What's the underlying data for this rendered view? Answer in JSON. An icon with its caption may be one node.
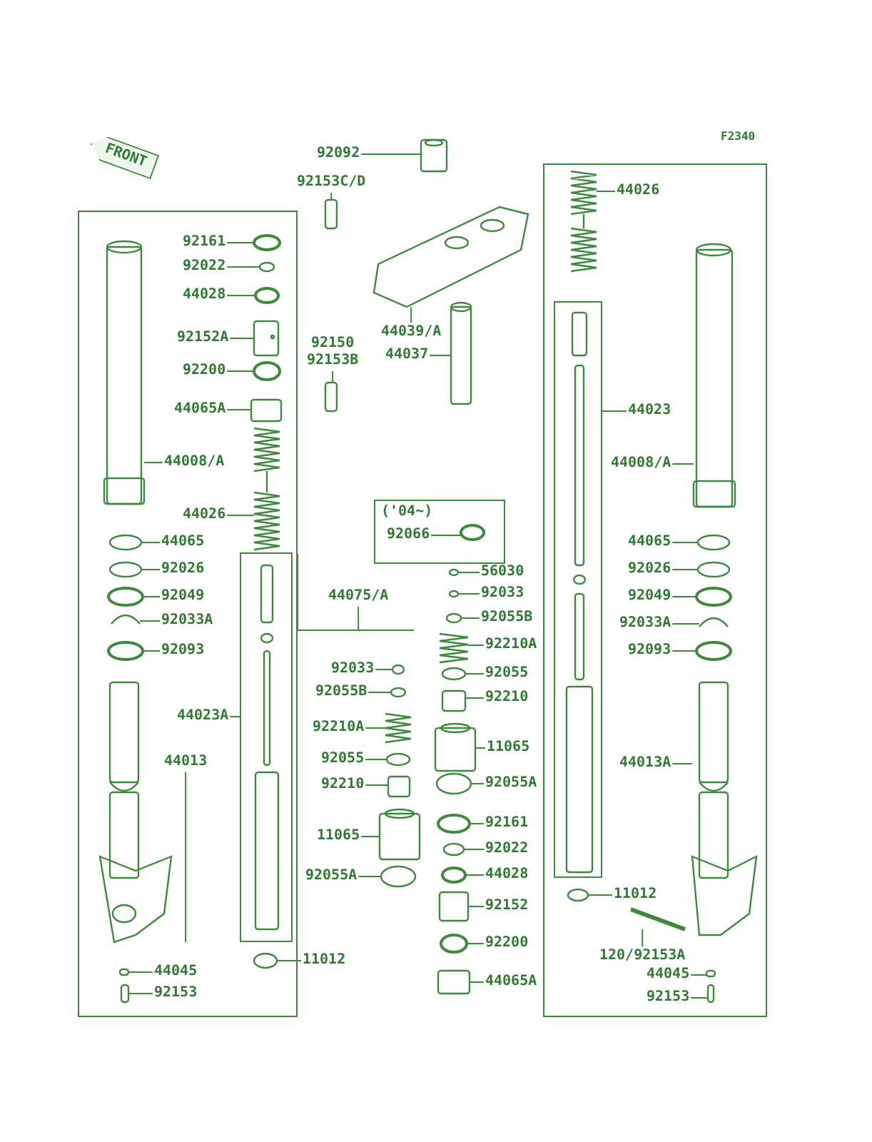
{
  "diagram": {
    "nodes": [
      {
        "text": [
          "FRONT"
        ]
      },
      {
        "text": [
          "92161"
        ]
      },
      {
        "text": [
          "92022"
        ]
      },
      {
        "text": [
          "44028"
        ]
      },
      {
        "text": [
          "92152A"
        ]
      },
      {
        "text": [
          "92200"
        ]
      },
      {
        "text": [
          "44065A"
        ]
      },
      {
        "text": [
          "44008/A"
        ]
      },
      {
        "text": [
          "44026"
        ]
      },
      {
        "text": [
          "44065"
        ]
      },
      {
        "text": [
          "92026"
        ]
      },
      {
        "text": [
          "92049"
        ]
      },
      {
        "text": [
          "92033A"
        ]
      },
      {
        "text": [
          "92093"
        ]
      },
      {
        "text": [
          "44023A"
        ]
      },
      {
        "text": [
          "44013"
        ]
      },
      {
        "text": [
          "44045"
        ]
      },
      {
        "text": [
          "92153"
        ]
      },
      {
        "text": [
          "11012"
        ]
      },
      {
        "text": [
          "92092"
        ]
      },
      {
        "text": [
          "92153C/D"
        ]
      },
      {
        "text": [
          "44039/A"
        ]
      },
      {
        "text": [
          "92150",
          "92153B"
        ]
      },
      {
        "text": [
          "44037"
        ]
      },
      {
        "text": [
          "('04~)"
        ]
      },
      {
        "text": [
          "92066"
        ],
        "in": 24
      },
      {
        "text": [
          "44075/A"
        ],
        "in": 85
      },
      {
        "text": [
          "56030"
        ]
      },
      {
        "text": [
          "92033"
        ]
      },
      {
        "text": [
          "92055B"
        ]
      },
      {
        "text": [
          "92210A"
        ]
      },
      {
        "text": [
          "92055"
        ]
      },
      {
        "text": [
          "92210"
        ]
      },
      {
        "text": [
          "11065"
        ]
      },
      {
        "text": [
          "92055A"
        ]
      },
      {
        "text": [
          "92161"
        ]
      },
      {
        "text": [
          "92022"
        ]
      },
      {
        "text": [
          "44028"
        ]
      },
      {
        "text": [
          "92152"
        ]
      },
      {
        "text": [
          "92200"
        ]
      },
      {
        "text": [
          "44065A"
        ]
      },
      {
        "text": [
          "92033"
        ]
      },
      {
        "text": [
          "92055B"
        ]
      },
      {
        "text": [
          "92210A"
        ]
      },
      {
        "text": [
          "92055"
        ]
      },
      {
        "text": [
          "92210"
        ]
      },
      {
        "text": [
          "11065"
        ]
      },
      {
        "text": [
          "92055A"
        ]
      },
      {
        "text": [
          "44026"
        ]
      },
      {
        "text": [
          "44023"
        ]
      },
      {
        "text": [
          "44008/A"
        ]
      },
      {
        "text": [
          "44065"
        ]
      },
      {
        "text": [
          "92026"
        ]
      },
      {
        "text": [
          "92049"
        ]
      },
      {
        "text": [
          "92033A"
        ]
      },
      {
        "text": [
          "92093"
        ]
      },
      {
        "text": [
          "44013A"
        ]
      },
      {
        "text": [
          "11012"
        ]
      },
      {
        "text": [
          "120/92153A"
        ]
      },
      {
        "text": [
          "44045"
        ]
      },
      {
        "text": [
          "92153"
        ]
      },
      {
        "text": [],
        "shape": "circle"
      },
      {
        "text": [],
        "shape": "circle"
      },
      {
        "text": [],
        "shape": "circle"
      },
      {
        "text": [],
        "shape": "picture"
      },
      {
        "text": [],
        "shape": "circle"
      },
      {
        "text": [],
        "shape": "box"
      },
      {
        "text": [],
        "shape": "picture"
      },
      {
        "text": [],
        "shape": "picture"
      },
      {
        "text": [],
        "shape": "circle"
      },
      {
        "text": [],
        "shape": "circle"
      },
      {
        "text": [],
        "shape": "circle"
      },
      {
        "text": [],
        "shape": "picture"
      },
      {
        "text": [],
        "shape": "circle"
      },
      {
        "text": [],
        "shape": "box"
      },
      {
        "text": [],
        "shape": "picture"
      },
      {
        "text": [],
        "shape": "box"
      },
      {
        "text": [],
        "shape": "box"
      },
      {
        "text": [],
        "shape": "circle"
      },
      {
        "text": [],
        "shape": "cylinder"
      },
      {
        "text": [],
        "shape": "box"
      },
      {
        "text": [],
        "shape": "picture"
      },
      {
        "text": [],
        "shape": "box"
      },
      {
        "text": [],
        "shape": "cylinder"
      },
      {
        "text": [],
        "shape": "circle",
        "in": 24
      },
      {
        "text": [],
        "shape": "box"
      },
      {
        "text": [],
        "shape": "circle"
      },
      {
        "text": [],
        "shape": "circle"
      },
      {
        "text": [],
        "shape": "circle"
      },
      {
        "text": [],
        "shape": "picture"
      },
      {
        "text": [],
        "shape": "circle"
      },
      {
        "text": [],
        "shape": "box"
      },
      {
        "text": [],
        "shape": "cylinder"
      },
      {
        "text": [],
        "shape": "circle"
      },
      {
        "text": [],
        "shape": "circle"
      },
      {
        "text": [],
        "shape": "circle"
      },
      {
        "text": [],
        "shape": "circle"
      },
      {
        "text": [],
        "shape": "box"
      },
      {
        "text": [],
        "shape": "circle"
      },
      {
        "text": [],
        "shape": "box"
      },
      {
        "text": [],
        "shape": "circle"
      },
      {
        "text": [],
        "shape": "circle"
      },
      {
        "text": [],
        "shape": "picture"
      },
      {
        "text": [],
        "shape": "circle"
      },
      {
        "text": [],
        "shape": "box"
      },
      {
        "text": [],
        "shape": "cylinder"
      },
      {
        "text": [],
        "shape": "circle"
      },
      {
        "text": [],
        "shape": "picture"
      },
      {
        "text": [],
        "shape": "box"
      },
      {
        "text": [],
        "shape": "picture"
      },
      {
        "text": [],
        "shape": "circle"
      },
      {
        "text": [],
        "shape": "circle"
      },
      {
        "text": [],
        "shape": "circle"
      },
      {
        "text": [],
        "shape": "picture"
      },
      {
        "text": [],
        "shape": "circle"
      },
      {
        "text": [],
        "shape": "picture"
      },
      {
        "text": [],
        "shape": "circle"
      },
      {
        "text": [],
        "shape": "picture"
      },
      {
        "text": [],
        "shape": "box"
      },
      {
        "text": [],
        "shape": "box"
      }
    ],
    "edges": [
      {
        "from": 1,
        "to": 61,
        "arrow": "none"
      },
      {
        "from": 2,
        "to": 62,
        "arrow": "none"
      },
      {
        "from": 3,
        "to": 63,
        "arrow": "none"
      },
      {
        "from": 4,
        "to": 64,
        "arrow": "none"
      },
      {
        "from": 5,
        "to": 65,
        "arrow": "none"
      },
      {
        "from": 6,
        "to": 66,
        "arrow": "none"
      },
      {
        "from": 7,
        "to": 67,
        "arrow": "none"
      },
      {
        "from": 8,
        "to": 68,
        "arrow": "none"
      },
      {
        "from": 9,
        "to": 69,
        "arrow": "none"
      },
      {
        "from": 10,
        "to": 70,
        "arrow": "none"
      },
      {
        "from": 11,
        "to": 71,
        "arrow": "none"
      },
      {
        "from": 12,
        "to": 72,
        "arrow": "none"
      },
      {
        "from": 13,
        "to": 73,
        "arrow": "none"
      },
      {
        "from": 14,
        "to": 74,
        "arrow": "none"
      },
      {
        "from": 15,
        "to": 75,
        "arrow": "none"
      },
      {
        "from": 16,
        "to": 76,
        "arrow": "none"
      },
      {
        "from": 17,
        "to": 77,
        "arrow": "none"
      },
      {
        "from": 18,
        "to": 78,
        "arrow": "none"
      },
      {
        "from": 19,
        "to": 79,
        "arrow": "none"
      },
      {
        "from": 20,
        "to": 80,
        "arrow": "none"
      },
      {
        "from": 21,
        "to": 81,
        "arrow": "none"
      },
      {
        "from": 22,
        "to": 82,
        "arrow": "none"
      },
      {
        "from": 23,
        "to": 83,
        "arrow": "none"
      },
      {
        "from": 25,
        "to": 84,
        "arrow": "none"
      },
      {
        "from": 26,
        "to": 85,
        "arrow": "none"
      },
      {
        "from": 27,
        "to": 86,
        "arrow": "none"
      },
      {
        "from": 28,
        "to": 87,
        "arrow": "none"
      },
      {
        "from": 29,
        "to": 88,
        "arrow": "none"
      },
      {
        "from": 30,
        "to": 89,
        "arrow": "none"
      },
      {
        "from": 31,
        "to": 90,
        "arrow": "none"
      },
      {
        "from": 32,
        "to": 91,
        "arrow": "none"
      },
      {
        "from": 33,
        "to": 92,
        "arrow": "none"
      },
      {
        "from": 34,
        "to": 93,
        "arrow": "none"
      },
      {
        "from": 35,
        "to": 94,
        "arrow": "none"
      },
      {
        "from": 36,
        "to": 95,
        "arrow": "none"
      },
      {
        "from": 37,
        "to": 96,
        "arrow": "none"
      },
      {
        "from": 38,
        "to": 97,
        "arrow": "none"
      },
      {
        "from": 39,
        "to": 98,
        "arrow": "none"
      },
      {
        "from": 40,
        "to": 99,
        "arrow": "none"
      },
      {
        "from": 41,
        "to": 100,
        "arrow": "none"
      },
      {
        "from": 42,
        "to": 101,
        "arrow": "none"
      },
      {
        "from": 43,
        "to": 102,
        "arrow": "none"
      },
      {
        "from": 44,
        "to": 103,
        "arrow": "none"
      },
      {
        "from": 45,
        "to": 104,
        "arrow": "none"
      },
      {
        "from": 46,
        "to": 105,
        "arrow": "none"
      },
      {
        "from": 47,
        "to": 106,
        "arrow": "none"
      },
      {
        "from": 48,
        "to": 107,
        "arrow": "none"
      },
      {
        "from": 49,
        "to": 108,
        "arrow": "none"
      },
      {
        "from": 50,
        "to": 109,
        "arrow": "none"
      },
      {
        "from": 51,
        "to": 110,
        "arrow": "none"
      },
      {
        "from": 52,
        "to": 111,
        "arrow": "none"
      },
      {
        "from": 53,
        "to": 112,
        "arrow": "none"
      },
      {
        "from": 54,
        "to": 113,
        "arrow": "none"
      },
      {
        "from": 55,
        "to": 114,
        "arrow": "none"
      },
      {
        "from": 56,
        "to": 115,
        "arrow": "none"
      },
      {
        "from": 57,
        "to": 116,
        "arrow": "none"
      },
      {
        "from": 58,
        "to": 117,
        "arrow": "none"
      },
      {
        "from": 59,
        "to": 118,
        "arrow": "none"
      },
      {
        "from": 60,
        "to": 119,
        "arrow": "none"
      }
    ],
    "labels": [
      "F2340"
    ]
  }
}
